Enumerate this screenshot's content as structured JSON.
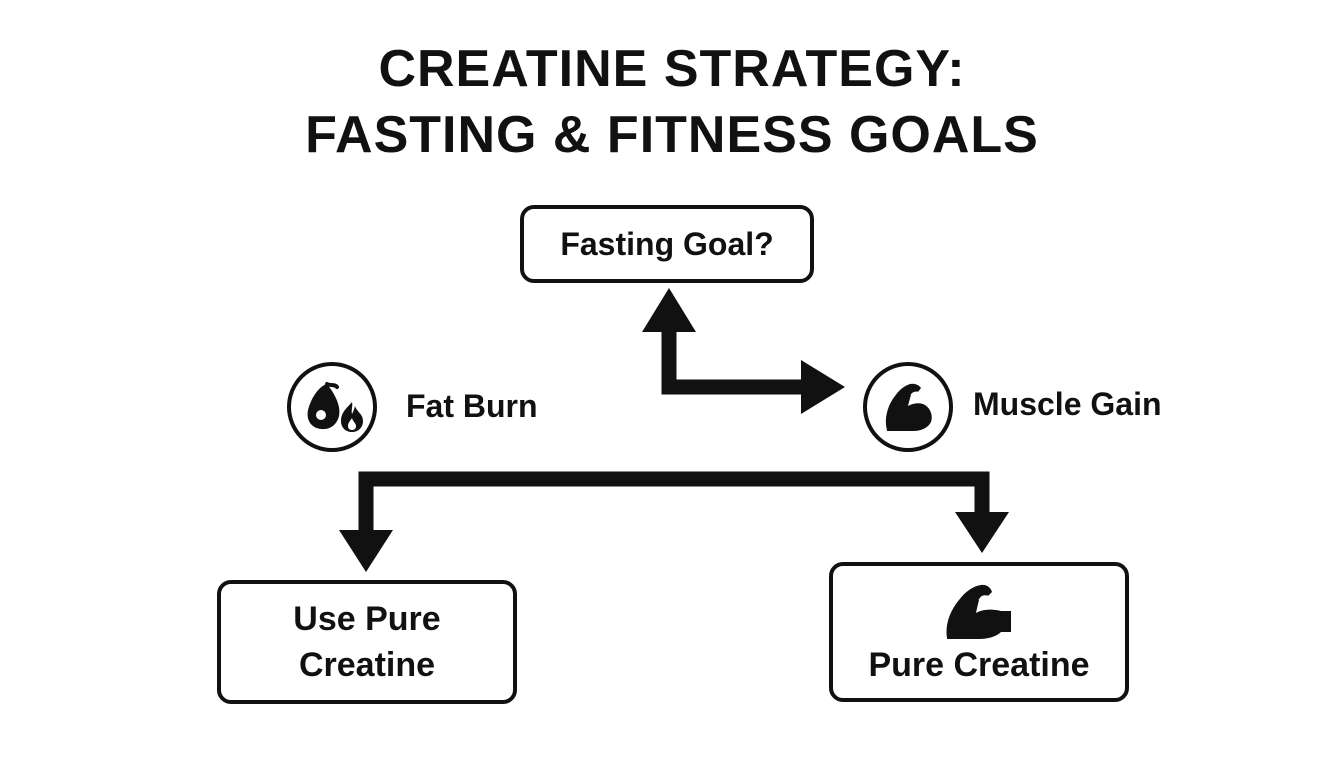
{
  "title": {
    "line1": "CREATINE STRATEGY:",
    "line2": "FASTING & FITNESS GOALS"
  },
  "nodes": {
    "question": "Fasting Goal?",
    "left_outcome": {
      "line1": "Use Pure",
      "line2": "Creatine"
    },
    "right_outcome": "Pure Creatine"
  },
  "options": {
    "fat_burn": {
      "label": "Fat Burn",
      "icon": "fat-flame-icon"
    },
    "muscle_gain": {
      "label": "Muscle Gain",
      "icon": "flexed-bicep-icon"
    }
  },
  "colors": {
    "ink": "#111111",
    "background": "#ffffff"
  }
}
